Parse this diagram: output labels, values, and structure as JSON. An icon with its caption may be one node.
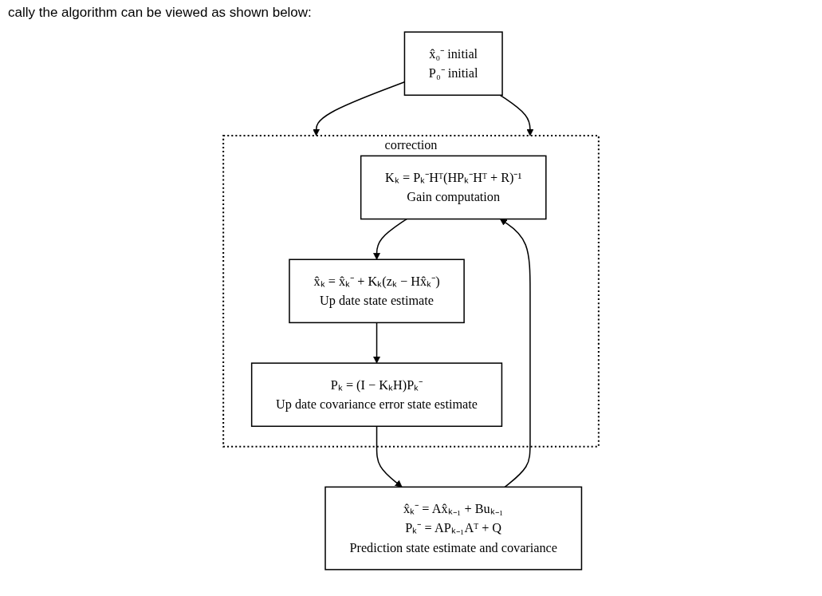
{
  "diagram": {
    "nodes": [
      {
        "text": [
          "correction"
        ]
      },
      {
        "text": [
          "x̂₀⁻ initial",
          "P₀⁻ initial"
        ]
      },
      {
        "text": [
          "Kₖ = Pₖ⁻Hᵀ(HPₖ⁻Hᵀ + R)⁻¹",
          "Gain computation"
        ],
        "in": 0
      },
      {
        "text": [
          "x̂ₖ = x̂ₖ⁻ + Kₖ(zₖ − Hx̂ₖ⁻)",
          "Up date state estimate"
        ],
        "in": 0
      },
      {
        "text": [
          "Pₖ = (I − KₖH)Pₖ⁻",
          "Up date covariance error state estimate"
        ],
        "in": 0
      },
      {
        "text": [
          "x̂ₖ⁻ = Ax̂ₖ₋₁ + Buₖ₋₁",
          "Pₖ⁻ = APₖ₋₁Aᵀ + Q",
          "Prediction state estimate and covariance"
        ]
      }
    ],
    "edges": [
      {
        "from": 1,
        "to": 0,
        "arrow": "to"
      },
      {
        "from": 1,
        "to": 0,
        "arrow": "to"
      },
      {
        "from": 5,
        "to": 2,
        "arrow": "to"
      },
      {
        "from": 2,
        "to": 3,
        "arrow": "to"
      },
      {
        "from": 3,
        "to": 4,
        "arrow": "to"
      },
      {
        "from": 4,
        "to": 5,
        "arrow": "to"
      }
    ],
    "labels": [
      "cally the algorithm can be viewed as shown below:"
    ]
  }
}
